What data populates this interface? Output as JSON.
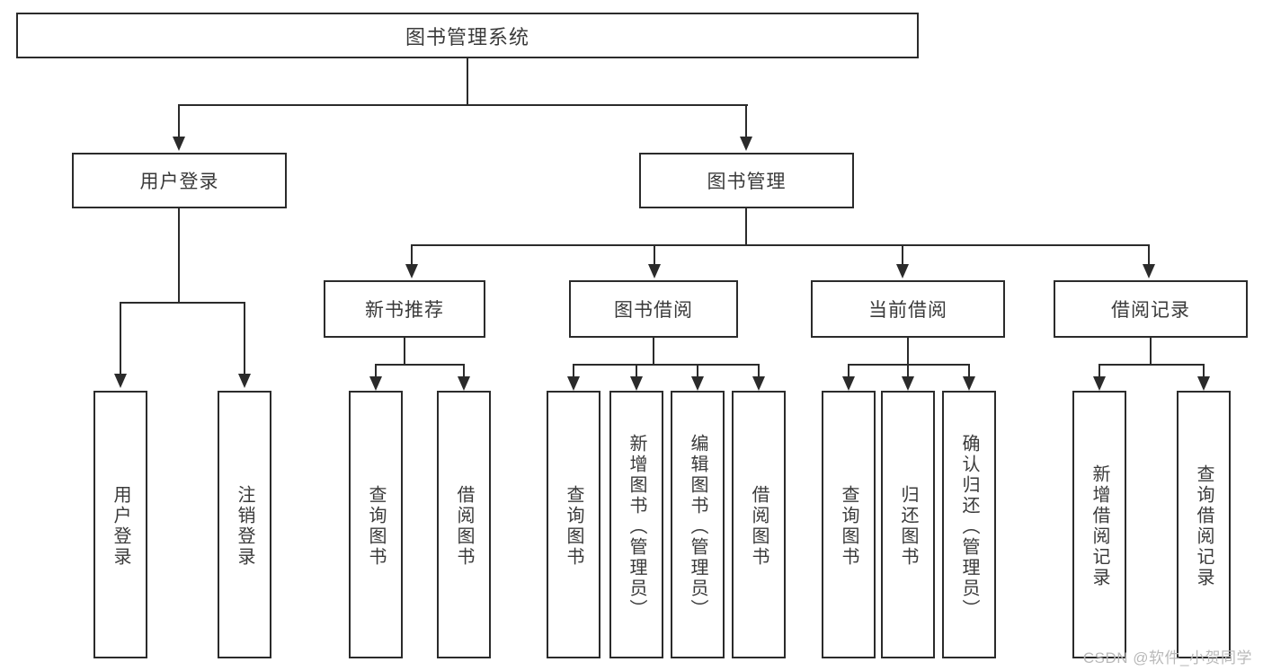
{
  "diagram": {
    "title": "图书管理系统",
    "root": {
      "label": "图书管理系统"
    },
    "level1": [
      {
        "label": "用户登录"
      },
      {
        "label": "图书管理"
      }
    ],
    "level2": [
      {
        "label": "新书推荐"
      },
      {
        "label": "图书借阅"
      },
      {
        "label": "当前借阅"
      },
      {
        "label": "借阅记录"
      }
    ],
    "leaves": {
      "user_login": [
        {
          "label": "用户登录"
        },
        {
          "label": "注销登录"
        }
      ],
      "new_book_recommend": [
        {
          "label": "查询图书"
        },
        {
          "label": "借阅图书"
        }
      ],
      "book_borrow": [
        {
          "label": "查询图书"
        },
        {
          "label": "新增图书（管理员）"
        },
        {
          "label": "编辑图书（管理员）"
        },
        {
          "label": "借阅图书"
        }
      ],
      "current_borrow": [
        {
          "label": "查询图书"
        },
        {
          "label": "归还图书"
        },
        {
          "label": "确认归还（管理员）"
        }
      ],
      "borrow_record": [
        {
          "label": "新增借阅记录"
        },
        {
          "label": "查询借阅记录"
        }
      ]
    }
  },
  "watermark": {
    "text": "CSDN @软件_小贺同学"
  },
  "colors": {
    "line": "#2b2b2b",
    "text": "#3a3a3a",
    "background": "#ffffff",
    "watermark": "#b9b9b9"
  }
}
